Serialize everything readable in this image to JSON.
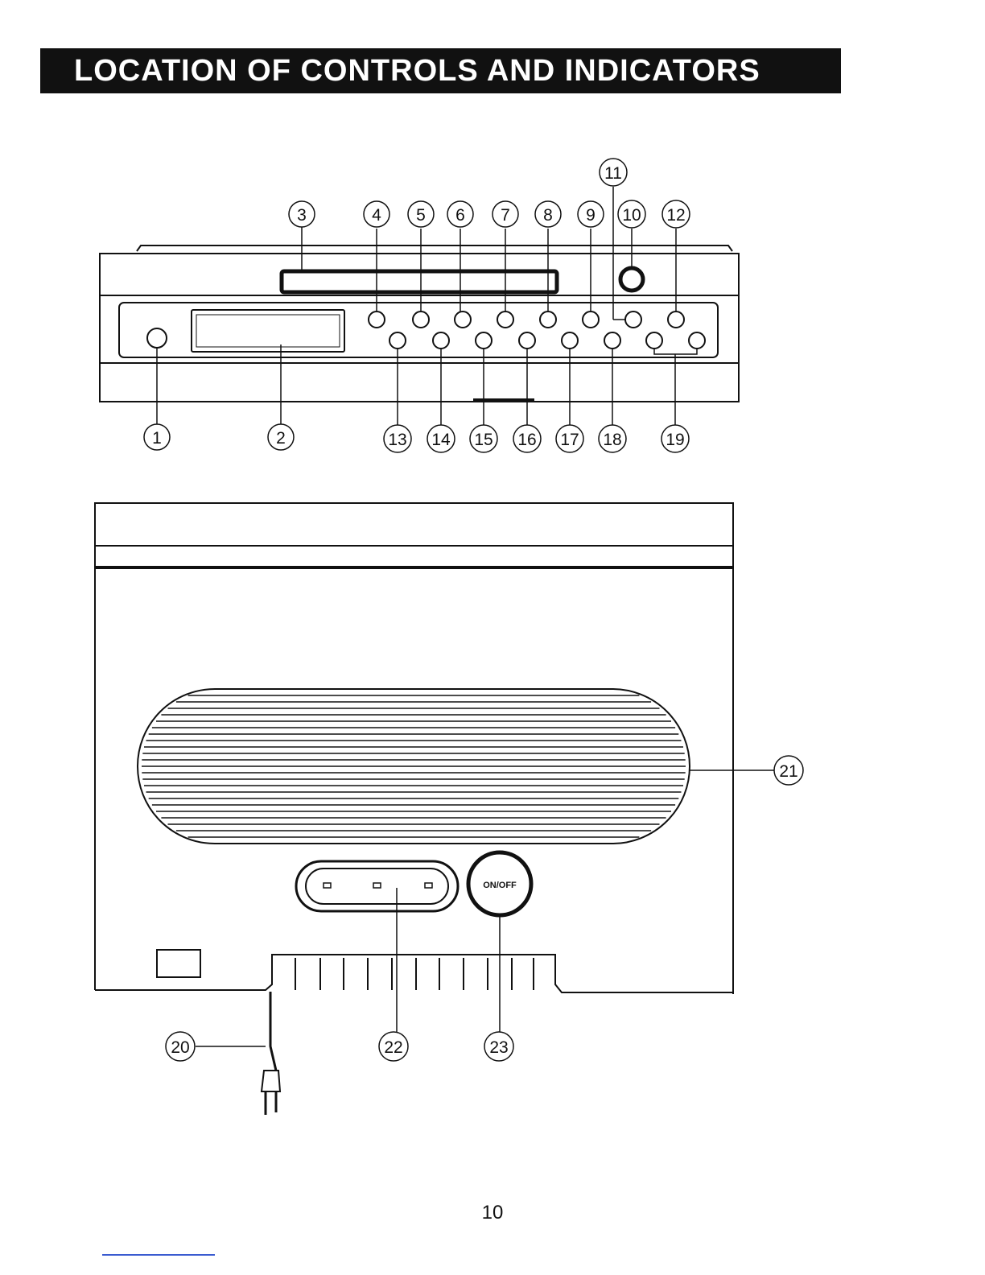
{
  "title": "LOCATION OF CONTROLS AND INDICATORS",
  "page_number": "10",
  "power_button_label": "ON/OFF",
  "callouts": {
    "c1": "1",
    "c2": "2",
    "c3": "3",
    "c4": "4",
    "c5": "5",
    "c6": "6",
    "c7": "7",
    "c8": "8",
    "c9": "9",
    "c10": "10",
    "c11": "11",
    "c12": "12",
    "c13": "13",
    "c14": "14",
    "c15": "15",
    "c16": "16",
    "c17": "17",
    "c18": "18",
    "c19": "19",
    "c20": "20",
    "c21": "21",
    "c22": "22",
    "c23": "23"
  },
  "colors": {
    "ink": "#111111",
    "paper": "#ffffff",
    "footer_rule": "#3a5bd0"
  }
}
